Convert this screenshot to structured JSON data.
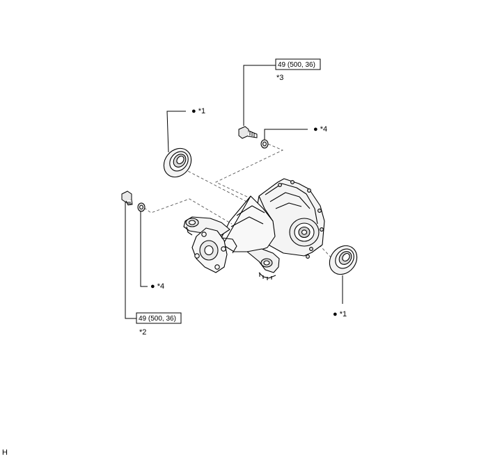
{
  "callouts": {
    "seal_upper_left": {
      "mark": "●",
      "text": "*1"
    },
    "seal_lower_right": {
      "mark": "●",
      "text": "*1"
    },
    "gasket_upper": {
      "mark": "●",
      "text": "*4"
    },
    "gasket_lower": {
      "mark": "●",
      "text": "*4"
    },
    "torque_upper": {
      "value": "49 (500, 36)",
      "note": "*3"
    },
    "torque_lower": {
      "value": "49 (500, 36)",
      "note": "*2"
    }
  },
  "corner_code": "H",
  "icons": {
    "differential": "differential-carrier-icon",
    "oil_seal": "oil-seal-icon",
    "plug": "plug-bolt-icon",
    "gasket": "gasket-icon"
  }
}
